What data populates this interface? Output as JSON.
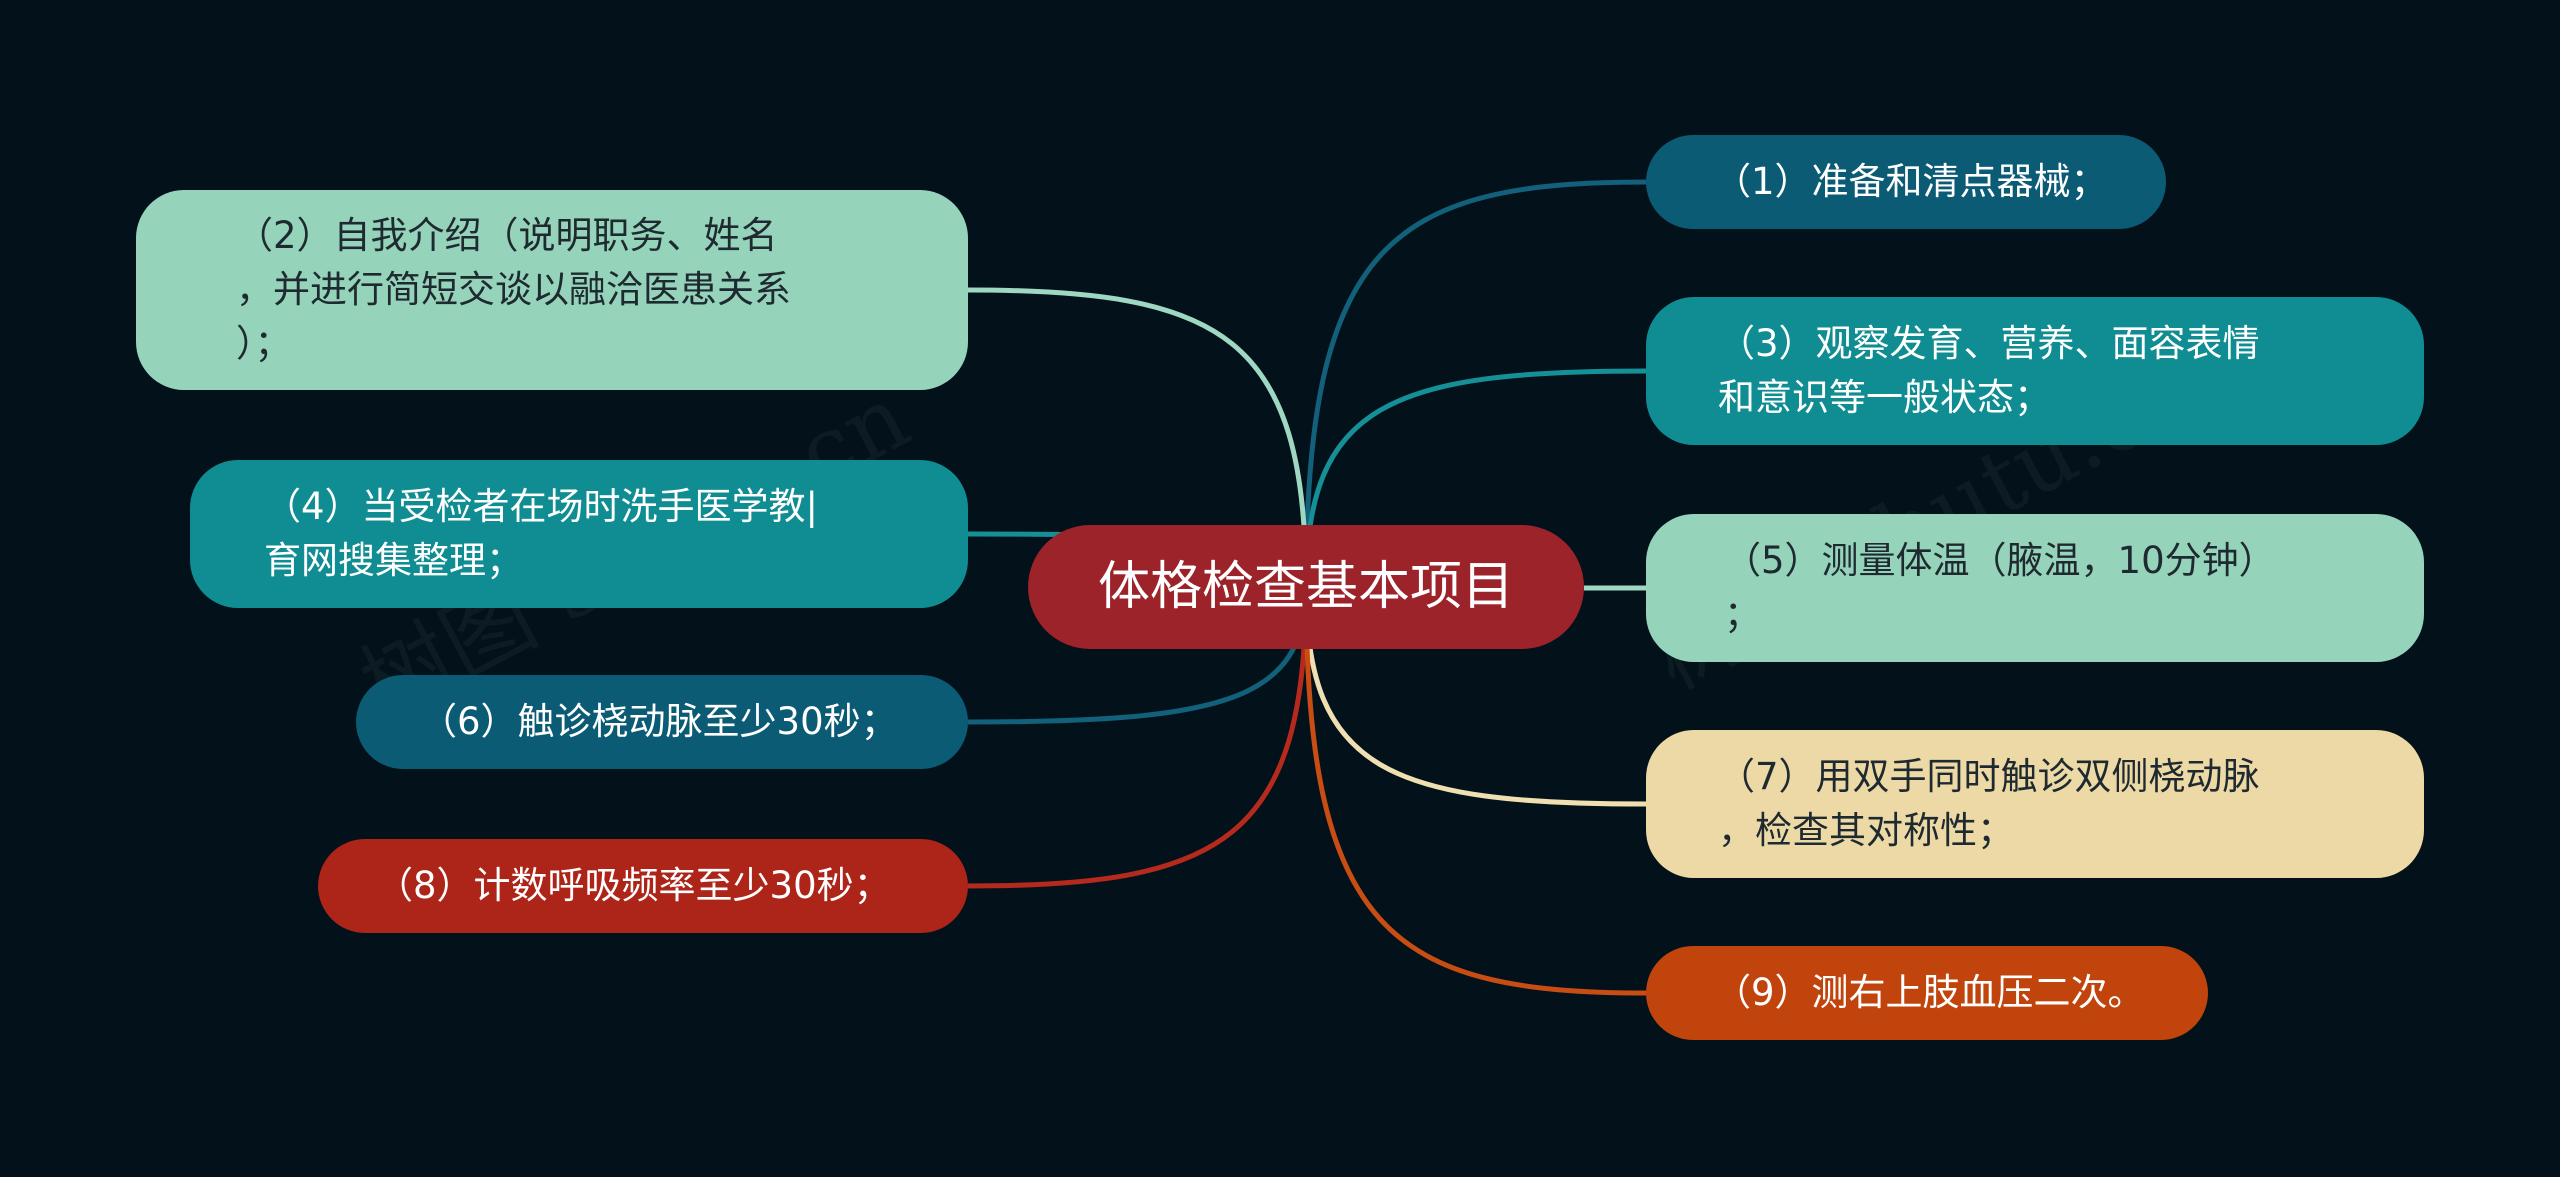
{
  "root": {
    "label": "体格检查基本项目",
    "color": "#9b2329"
  },
  "watermarks": [
    "树图 shutu.cn",
    "树图 shutu.cn"
  ],
  "nodes": [
    {
      "id": "1",
      "label": "（1）准备和清点器械；",
      "color": "#0b5b74",
      "text_color": "#ffffff",
      "link_color": "#12607a"
    },
    {
      "id": "2",
      "label": "（2）自我介绍（说明职务、姓名\n，并进行简短交谈以融洽医患关系\n）；",
      "color": "#95d3bb",
      "text_color": "#1f2a30",
      "link_color": "#9fd8c2"
    },
    {
      "id": "3",
      "label": "（3）观察发育、营养、面容表情\n和意识等一般状态；",
      "color": "#0f8d92",
      "text_color": "#ffffff",
      "link_color": "#159097"
    },
    {
      "id": "4",
      "label": "（4）当受检者在场时洗手医学教|\n育网搜集整理；",
      "color": "#0f8d92",
      "text_color": "#ffffff",
      "link_color": "#159097"
    },
    {
      "id": "5",
      "label": "（5）测量体温（腋温，10分钟）\n；",
      "color": "#95d3bb",
      "text_color": "#1f2a30",
      "link_color": "#9fd8c2"
    },
    {
      "id": "6",
      "label": "（6）触诊桡动脉至少30秒；",
      "color": "#0b5b74",
      "text_color": "#ffffff",
      "link_color": "#12607a"
    },
    {
      "id": "7",
      "label": "（7）用双手同时触诊双侧桡动脉\n，检查其对称性；",
      "color": "#ecd9a6",
      "text_color": "#1f2a30",
      "link_color": "#f0dfb0"
    },
    {
      "id": "8",
      "label": "（8）计数呼吸频率至少30秒；",
      "color": "#ad2418",
      "text_color": "#ffffff",
      "link_color": "#b52a1d"
    },
    {
      "id": "9",
      "label": "（9）测右上肢血压二次。",
      "color": "#c1440c",
      "text_color": "#ffffff",
      "link_color": "#c84d14"
    }
  ]
}
